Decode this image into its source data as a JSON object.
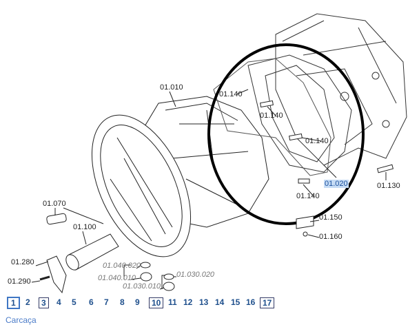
{
  "labels": {
    "l01010": "01.010",
    "l01140a": "01.140",
    "l01140b": "01.140",
    "l01140c": "01.140",
    "l01140d": "01.140",
    "l01020": "01.020",
    "l01130": "01.130",
    "l01150": "01.150",
    "l01160": "01.160",
    "l01070": "01.070",
    "l01100": "01.100",
    "l01280": "01.280",
    "l01290": "01.290",
    "l0104020": "01.040.020",
    "l0104010": "01.040.010",
    "l0103020": "01.030.020",
    "l0103010": "01.030.010"
  },
  "pages": [
    {
      "label": "1",
      "selected": true
    },
    {
      "label": "2"
    },
    {
      "label": "3",
      "boxed": true
    },
    {
      "label": "4"
    },
    {
      "label": "5"
    },
    {
      "label": "6"
    },
    {
      "label": "7"
    },
    {
      "label": "8"
    },
    {
      "label": "9"
    },
    {
      "label": "10",
      "boxed": true
    },
    {
      "label": "11"
    },
    {
      "label": "12"
    },
    {
      "label": "13"
    },
    {
      "label": "14"
    },
    {
      "label": "15"
    },
    {
      "label": "16"
    },
    {
      "label": "17",
      "boxed": true
    }
  ],
  "section_title": "Carcaça"
}
